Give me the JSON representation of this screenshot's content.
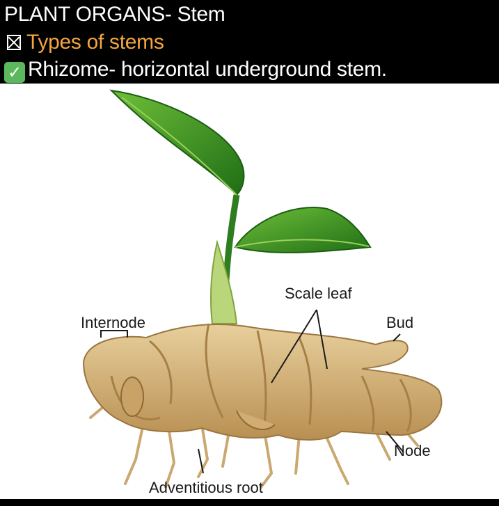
{
  "header": {
    "title": "PLANT ORGANS- Stem",
    "bullet1_text": "Types of stems",
    "bullet2_text": "Rhizome- horizontal underground stem.",
    "bullet1_icon": "crossed-box-icon",
    "bullet2_icon": "check-mark-icon",
    "accent_color": "#f4a641"
  },
  "diagram": {
    "labels": {
      "internode": "Internode",
      "scale_leaf": "Scale leaf",
      "bud": "Bud",
      "node": "Node",
      "adventitious_root": "Adventitious root"
    },
    "colors": {
      "leaf": "#2f8a1f",
      "rhizome": "#d6b27a",
      "rhizome_shadow": "#a57f45"
    }
  }
}
